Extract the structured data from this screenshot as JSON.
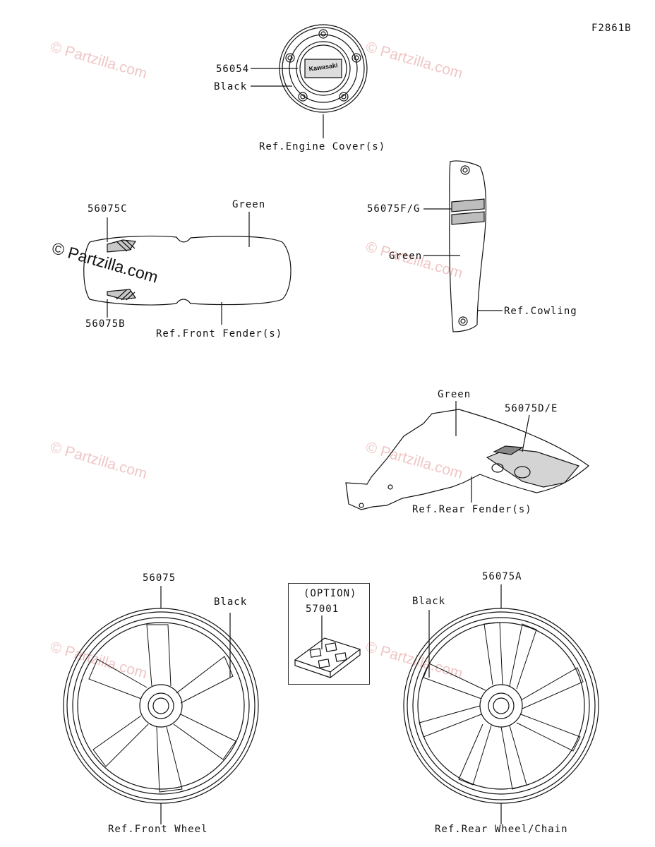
{
  "figure_id": "F2861B",
  "watermarks": {
    "text": "© Partzilla.com",
    "prominent": "© Partzilla.com"
  },
  "sections": {
    "engine_cover": {
      "part": "56054",
      "color": "Black",
      "logo": "Kawasaki",
      "ref": "Ref.Engine Cover(s)"
    },
    "front_fender": {
      "part_top": "56075C",
      "part_bottom": "56075B",
      "color": "Green",
      "ref": "Ref.Front Fender(s)"
    },
    "cowling": {
      "part": "56075F/G",
      "color": "Green",
      "ref": "Ref.Cowling"
    },
    "rear_fender": {
      "part": "56075D/E",
      "color": "Green",
      "ref": "Ref.Rear Fender(s)"
    },
    "front_wheel": {
      "part": "56075",
      "color": "Black",
      "ref": "Ref.Front Wheel"
    },
    "option": {
      "label": "(OPTION)",
      "part": "57001"
    },
    "rear_wheel": {
      "part": "56075A",
      "color": "Black",
      "ref": "Ref.Rear Wheel/Chain"
    }
  },
  "colors": {
    "line": "#111111",
    "watermark": "#f0c6c6",
    "decal_gray": "#bdbdbd"
  }
}
